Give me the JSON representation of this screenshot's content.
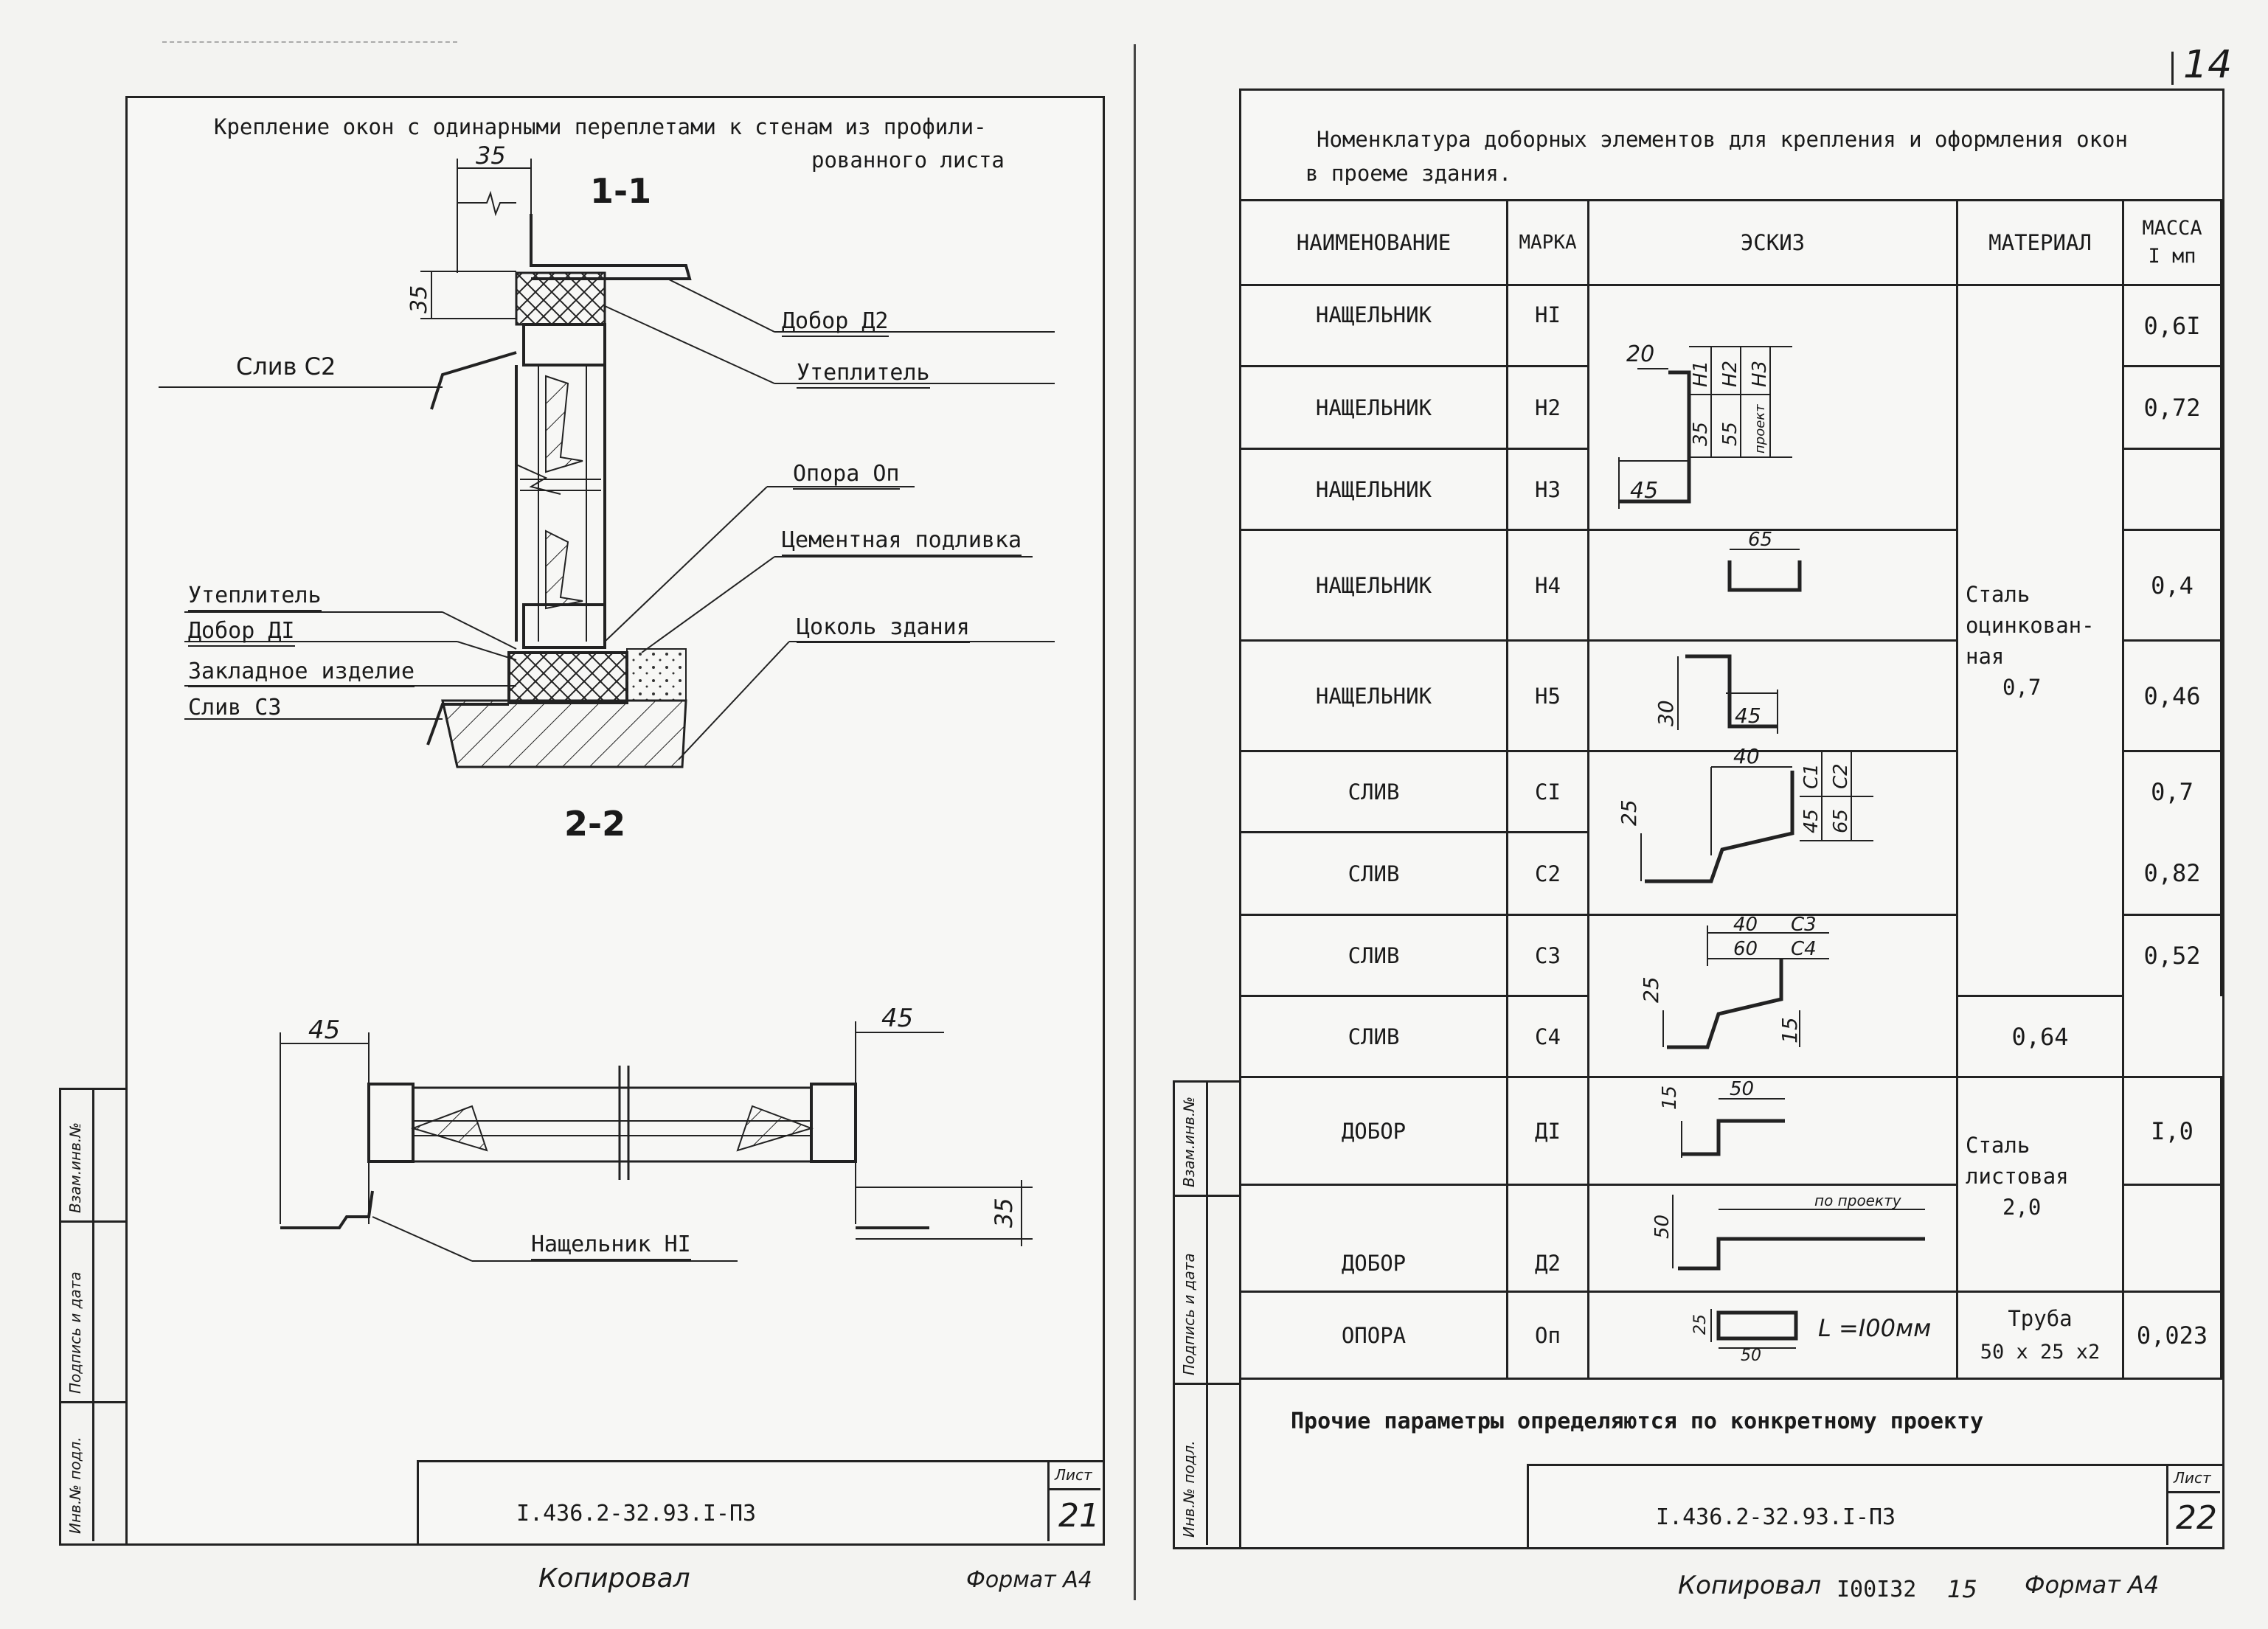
{
  "page_corner_number": "14",
  "left": {
    "title_line1": "Крепление окон с одинарными переплетами к стенам из профили-",
    "title_line2": "рованного листа",
    "section_11": "1-1",
    "section_22": "2-2",
    "dim_35_top": "35",
    "dim_35_side": "35",
    "dim_45_left": "45",
    "dim_45_right": "45",
    "dim_35_right": "35",
    "labels": {
      "dobor_d2": "Добор Д2",
      "uteplitel_1": "Утеплитель",
      "sliv_c2": "Слив С2",
      "opora": "Опора Оп",
      "cement": "Цементная подливка",
      "uteplitel_2": "Утеплитель",
      "dobor_d1": "Добор ДI",
      "zakladnoe": "Закладное изделие",
      "sliv_c3": "Слив С3",
      "cokol": "Цоколь здания",
      "nashchelnik": "Нащельник НI"
    },
    "stamp_code": "I.436.2-32.93.I-ПЗ",
    "stamp_list_label": "Лист",
    "stamp_sheet": "21",
    "copied": "Копировал",
    "format": "Формат А4",
    "side_cells": [
      "Инв.№ подл.",
      "Подпись и дата",
      "Взам.инв.№"
    ]
  },
  "right": {
    "title_line1": "Номенклатура доборных элементов для крепления и оформления окон",
    "title_line2": "в проеме здания.",
    "headers": {
      "name": "НАИМЕНОВАНИЕ",
      "mark": "МАРКА",
      "sketch": "ЭСКИЗ",
      "material": "МАТЕРИАЛ",
      "mass_1": "МАССА",
      "mass_2": "I мп"
    },
    "rows": [
      {
        "name": "НАЩЕЛЬНИК",
        "mark": "НI",
        "mass": "0,6I"
      },
      {
        "name": "НАЩЕЛЬНИК",
        "mark": "Н2",
        "mass": "0,72"
      },
      {
        "name": "НАЩЕЛЬНИК",
        "mark": "Н3",
        "mass": ""
      },
      {
        "name": "НАЩЕЛЬНИК",
        "mark": "Н4",
        "mass": "0,4"
      },
      {
        "name": "НАЩЕЛЬНИК",
        "mark": "Н5",
        "mass": "0,46"
      },
      {
        "name": "СЛИВ",
        "mark": "СI",
        "mass": "0,7"
      },
      {
        "name": "СЛИВ",
        "mark": "С2",
        "mass": "0,82"
      },
      {
        "name": "СЛИВ",
        "mark": "С3",
        "mass": "0,52"
      },
      {
        "name": "СЛИВ",
        "mark": "С4",
        "mass": "0,64"
      },
      {
        "name": "ДОБОР",
        "mark": "ДI",
        "mass": "I,0"
      },
      {
        "name": "ДОБОР",
        "mark": "Д2",
        "mass": ""
      },
      {
        "name": "ОПОРА",
        "mark": "Оп",
        "mass": "0,023"
      }
    ],
    "material_steel_zinc_1": "Сталь",
    "material_steel_zinc_2": "оцинкован-",
    "material_steel_zinc_3": "ная",
    "material_steel_zinc_4": "0,7",
    "material_steel_sheet_1": "Сталь",
    "material_steel_sheet_2": "листовая",
    "material_steel_sheet_3": "2,0",
    "material_tube_1": "Труба",
    "material_tube_2": "50 х 25 х2",
    "sketch_dims": {
      "n_20": "20",
      "n_h1": "Н1",
      "n_h2": "Н2",
      "n_h3": "Н3",
      "n_35": "35",
      "n_55": "55",
      "n_pr": "проект",
      "n_45": "45",
      "n4_65": "65",
      "n5_30": "30",
      "n5_45": "45",
      "c_40": "40",
      "c_25": "25",
      "c_c1": "С1",
      "c_c2": "С2",
      "c_45": "45",
      "c_65": "65",
      "c3_40": "40",
      "c3_60": "60",
      "c3_c3": "С3",
      "c3_c4": "С4",
      "c3_25": "25",
      "c3_15": "15",
      "d1_15": "15",
      "d1_50": "50",
      "d2_50": "50",
      "d2_pr": "по проекту",
      "op_25": "25",
      "op_50": "50",
      "op_L": "L =I00мм"
    },
    "note": "Прочие параметры определяются по конкретному проекту",
    "stamp_code": "I.436.2-32.93.I-ПЗ",
    "stamp_list_label": "Лист",
    "stamp_sheet": "22",
    "copied": "Копировал",
    "order_no": "I00I32",
    "order_no_2": "15",
    "format": "Формат А4",
    "side_cells": [
      "Инв.№ подл.",
      "Подпись и дата",
      "Взам.инв.№"
    ]
  }
}
